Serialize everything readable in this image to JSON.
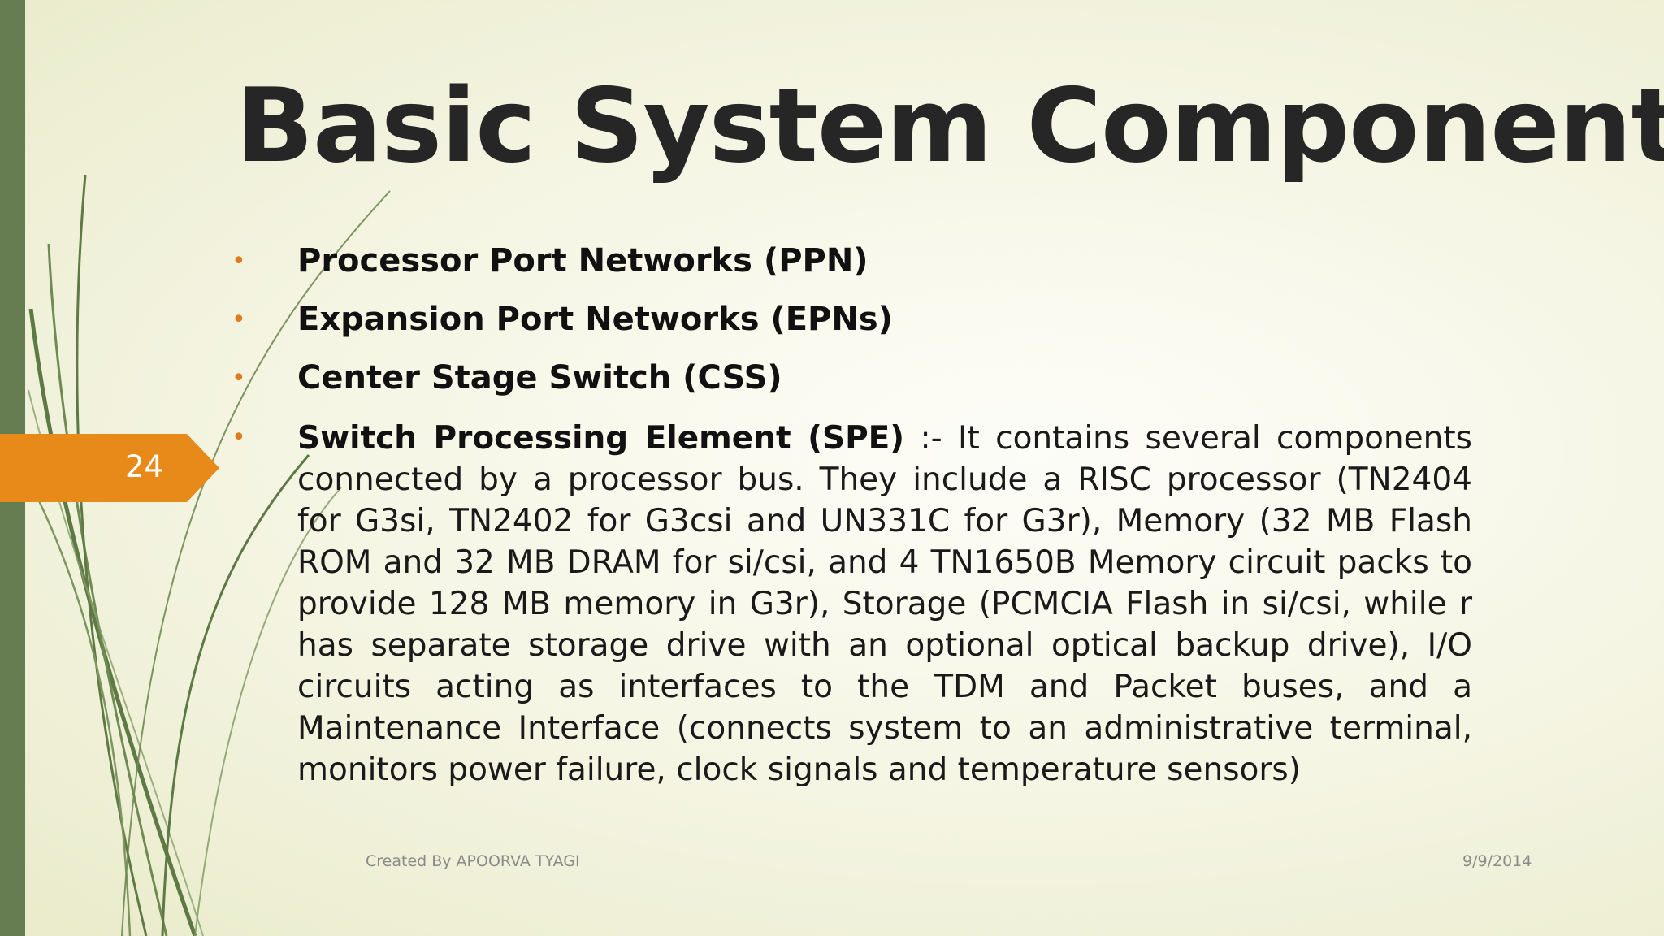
{
  "slide": {
    "title": "Basic System Components",
    "number": "24",
    "bullets": [
      "Processor Port Networks (PPN)",
      "Expansion Port Networks (EPNs)",
      "Center Stage Switch (CSS)"
    ],
    "spe": {
      "heading": "Switch Processing Element (SPE)",
      "separator": " :- ",
      "body": "It contains several components connected by a processor bus. They include a RISC processor (TN2404 for G3si, TN2402 for G3csi and UN331C for G3r), Memory (32 MB Flash ROM and 32 MB DRAM for si/csi, and 4 TN1650B Memory circuit packs to provide 128 MB memory in G3r), Storage (PCMCIA Flash in si/csi, while r has separate storage drive with an optional optical backup drive), I/O circuits acting as interfaces to the TDM and Packet buses, and a Maintenance Interface (connects system to an administrative terminal, monitors power failure, clock signals and temperature sensors)"
    },
    "bullet_glyph": "•",
    "footer": {
      "author": "Created By APOORVA TYAGI",
      "date": "9/9/2014"
    }
  },
  "colors": {
    "accent_orange": "#e88a1a",
    "sidebar_green": "#667d52",
    "title_text": "#262626"
  }
}
